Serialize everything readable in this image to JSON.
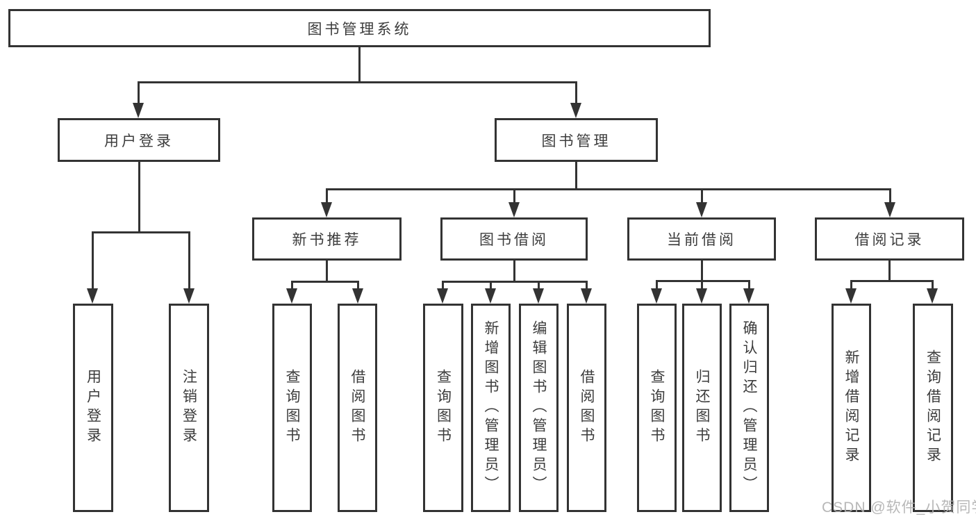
{
  "diagram": {
    "root_label": "图书管理系统",
    "branches": [
      {
        "label": "用户登录",
        "children": [
          {
            "label": "用户登录"
          },
          {
            "label": "注销登录"
          }
        ]
      },
      {
        "label": "图书管理",
        "children": [
          {
            "label": "新书推荐",
            "children": [
              {
                "label": "查询图书"
              },
              {
                "label": "借阅图书"
              }
            ]
          },
          {
            "label": "图书借阅",
            "children": [
              {
                "label": "查询图书"
              },
              {
                "label": "新增图书（管理员）"
              },
              {
                "label": "编辑图书（管理员）"
              },
              {
                "label": "借阅图书"
              }
            ]
          },
          {
            "label": "当前借阅",
            "children": [
              {
                "label": "查询图书"
              },
              {
                "label": "归还图书"
              },
              {
                "label": "确认归还（管理员）"
              }
            ]
          },
          {
            "label": "借阅记录",
            "children": [
              {
                "label": "新增借阅记录"
              },
              {
                "label": "查询借阅记录"
              }
            ]
          }
        ]
      }
    ]
  },
  "watermark": {
    "text": "CSDN @软件_小贺同学",
    "color": "#b0b0b0"
  },
  "colors": {
    "line": "#333333",
    "text": "#3c3c3c",
    "background": "#ffffff"
  }
}
